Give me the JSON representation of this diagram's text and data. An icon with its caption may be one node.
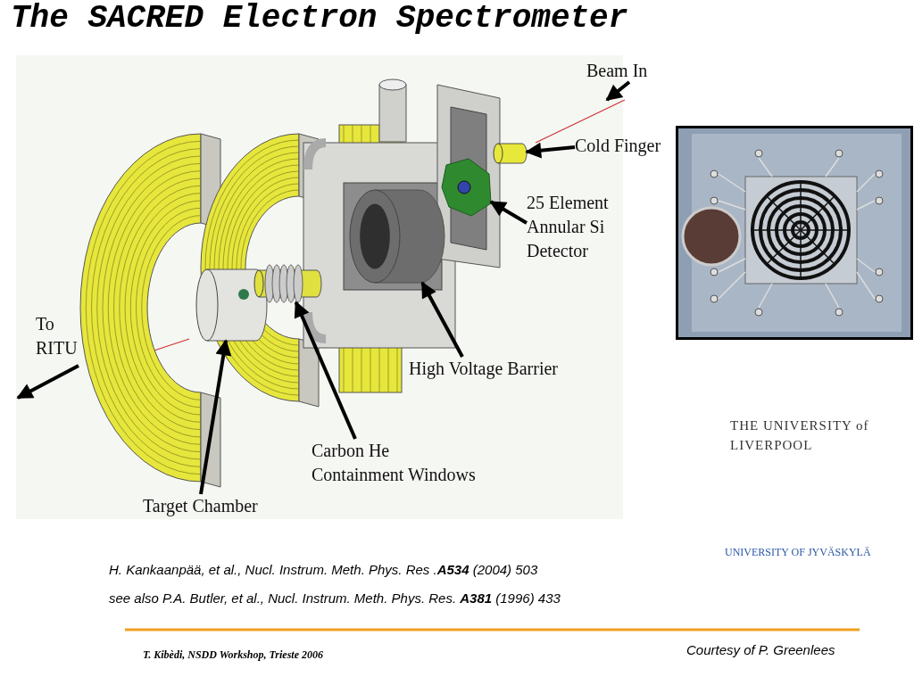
{
  "diagram": {
    "title": "The SACRED Electron Spectrometer",
    "nodes": [
      {
        "text": [
          "Beam In"
        ]
      },
      {
        "text": [
          "Cold Finger"
        ]
      },
      {
        "text": [
          "25 Element Annular Si Detector"
        ]
      },
      {
        "text": [
          "High Voltage Barrier"
        ]
      },
      {
        "text": [
          "Carbon He Containment Windows"
        ]
      },
      {
        "text": [
          "Target Chamber"
        ]
      },
      {
        "text": [
          "To RITU"
        ]
      },
      {
        "text": [],
        "shape": "line"
      },
      {
        "text": [],
        "shape": "cylinder"
      },
      {
        "text": [],
        "shape": "hexagon"
      },
      {
        "text": [],
        "shape": "cylinder"
      },
      {
        "text": [],
        "shape": "cylinder"
      },
      {
        "text": [],
        "shape": "cylinder"
      }
    ],
    "edges": [
      {
        "from": 0,
        "to": 7,
        "arrow": "to"
      },
      {
        "from": 1,
        "to": 8,
        "arrow": "to"
      },
      {
        "from": 2,
        "to": 9,
        "arrow": "to"
      },
      {
        "from": 3,
        "to": 10,
        "arrow": "to"
      },
      {
        "from": 4,
        "to": 11,
        "arrow": "to"
      },
      {
        "from": 5,
        "to": 12,
        "arrow": "to"
      },
      {
        "from": 6,
        "to": null,
        "arrow": "to"
      }
    ],
    "labels": [
      "THE UNIVERSITY of LIVERPOOL",
      "UNIVERSITY OF JYVÄSKYLÄ",
      "H. Kankaanpää, et al., Nucl. Instrum. Meth. Phys. Res .**A534** (2004) 503",
      "see also P.A. Butler, et al., Nucl. Instrum. Meth. Phys. Res. **A381** (1996) 433",
      "Courtesy of P. Greenlees",
      "T. Kibèdi, NSDD Workshop, Trieste 2006"
    ]
  }
}
